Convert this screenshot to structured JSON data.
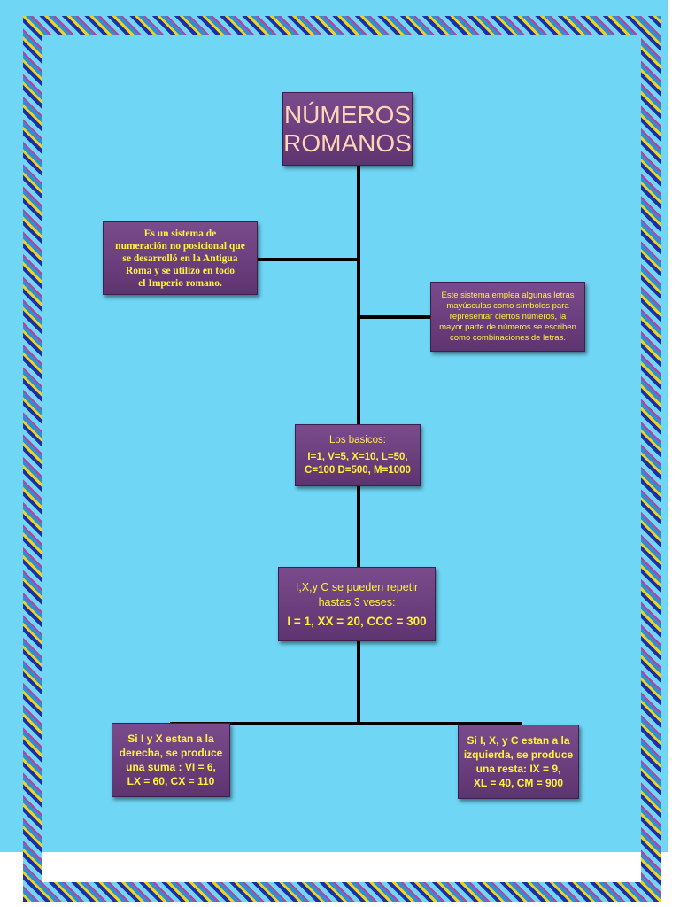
{
  "diagram": {
    "title": [
      "NÚMEROS",
      "ROMANOS"
    ],
    "definition": [
      "Es un sistema de",
      "numeración no posicional que",
      "se desarrolló en la Antigua",
      "Roma y se utilizó en todo",
      "el Imperio romano."
    ],
    "usage": [
      "Este sistema emplea algunas letras",
      "mayúsculas como símbolos para",
      "representar ciertos números, la",
      "mayor parte de números se escriben",
      "como combinaciones de letras."
    ],
    "basics": [
      "Los basicos:",
      "I=1, V=5,  X=10, L=50,",
      "C=100 D=500, M=1000"
    ],
    "repeat": [
      "I,X,y C se pueden repetir",
      "hastas 3 veses:",
      "I = 1, XX = 20, CCC = 300"
    ],
    "sum_rule": [
      "Si I y X  estan a la",
      "derecha, se produce",
      "una suma : VI  =  6,",
      "LX  = 60, CX   =  110"
    ],
    "sub_rule": [
      "Si I, X, y C estan a la",
      "izquierda, se produce",
      "una resta: IX  =  9,",
      "XL  = 40, CM  =  900"
    ]
  },
  "colors": {
    "page_background": "#6fd6f5",
    "box_fill": "#6a3f7e",
    "box_text": "#fff23a",
    "title_text": "#ffd5b8",
    "connector": "#000000"
  }
}
